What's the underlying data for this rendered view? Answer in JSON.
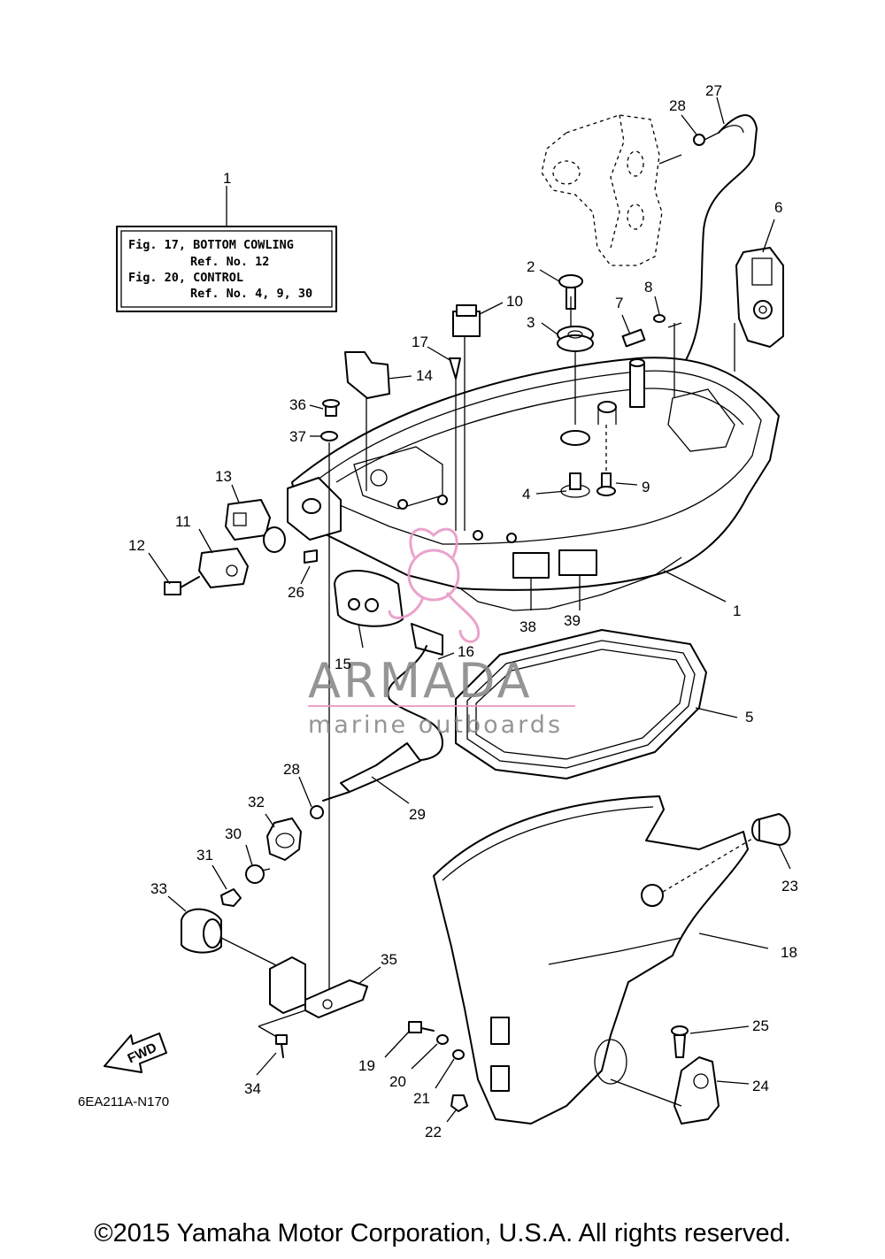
{
  "note": {
    "line1": "Fig. 17, BOTTOM COWLING",
    "line2": "Ref. No. 12",
    "line3": "Fig. 20, CONTROL",
    "line4": "Ref. No. 4, 9, 30"
  },
  "callouts": [
    "1",
    "2",
    "3",
    "4",
    "5",
    "6",
    "7",
    "8",
    "9",
    "10",
    "11",
    "12",
    "13",
    "14",
    "15",
    "16",
    "17",
    "18",
    "19",
    "20",
    "21",
    "22",
    "23",
    "24",
    "25",
    "26",
    "27",
    "28",
    "29",
    "30",
    "31",
    "32",
    "33",
    "34",
    "35",
    "36",
    "37",
    "38",
    "39"
  ],
  "fwd_label": "FWD",
  "diagram_code": "6EA211A-N170",
  "watermark": {
    "brand": "ARMADA",
    "tagline": "marine outboards",
    "color": "#e79ac7"
  },
  "copyright": "©2015 Yamaha Motor Corporation, U.S.A. All rights reserved."
}
